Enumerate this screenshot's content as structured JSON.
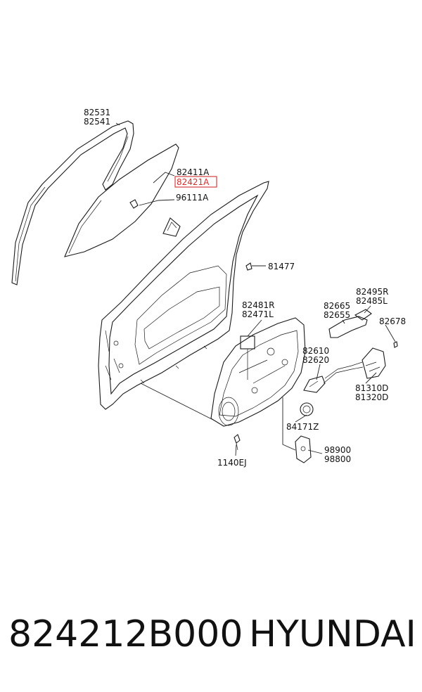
{
  "diagram": {
    "highlight_color": "#d32f2f",
    "labels": {
      "l82531": "82531",
      "l82541": "82541",
      "l82411A": "82411A",
      "l82421A": "82421A",
      "l96111A": "96111A",
      "l81477": "81477",
      "l82481R": "82481R",
      "l82471L": "82471L",
      "l82665": "82665",
      "l82655": "82655",
      "l82495R": "82495R",
      "l82485L": "82485L",
      "l82678": "82678",
      "l82610": "82610",
      "l82620": "82620",
      "l81310D": "81310D",
      "l81320D": "81320D",
      "l84171Z": "84171Z",
      "l98900": "98900",
      "l98800": "98800",
      "l1140EJ": "1140EJ"
    }
  },
  "footer": {
    "part_number": "824212B000",
    "brand": "HYUNDAI"
  }
}
